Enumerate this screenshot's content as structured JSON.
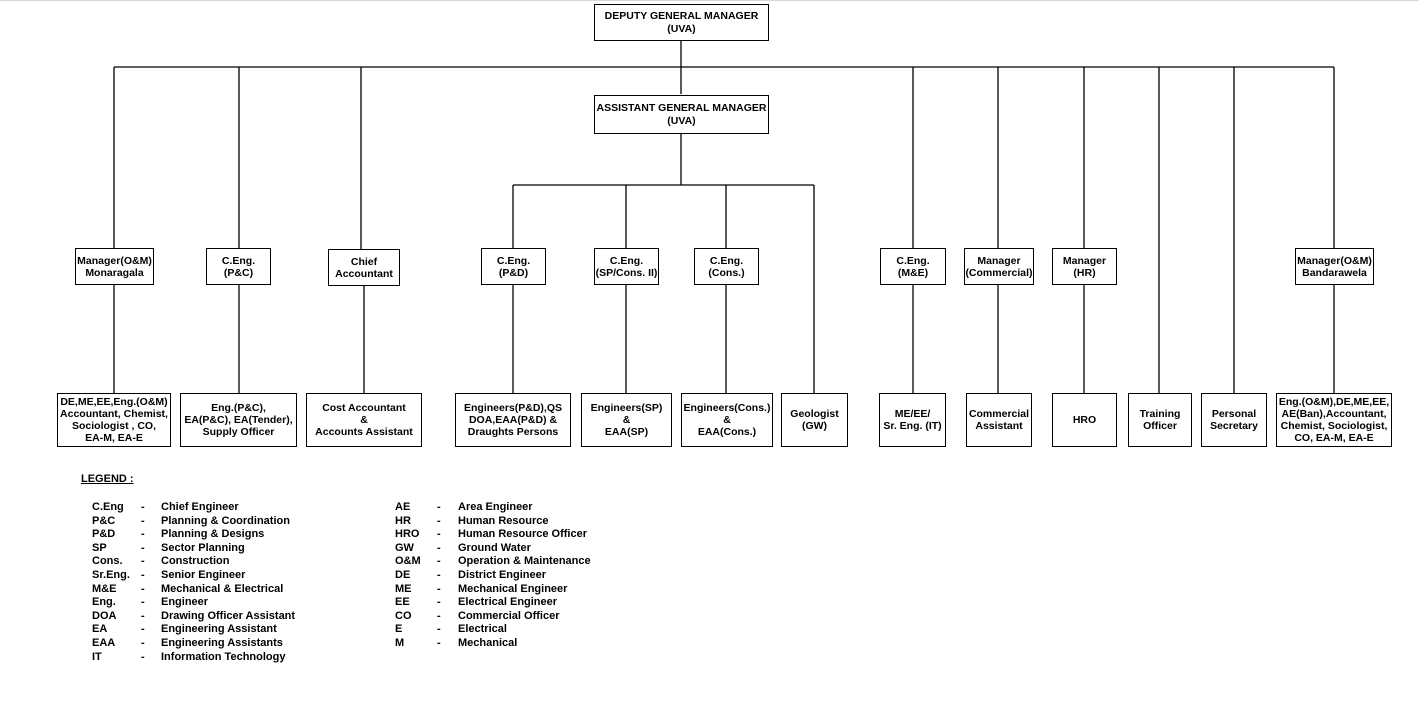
{
  "chart": {
    "dgm": [
      "DEPUTY GENERAL MANAGER",
      "(UVA)"
    ],
    "agm": [
      "ASSISTANT GENERAL MANAGER",
      "(UVA)"
    ],
    "mid_left": [
      [
        "Manager(O&M)",
        "Monaragala"
      ],
      [
        "C.Eng.",
        "(P&C)"
      ],
      [
        "Chief",
        "Accountant"
      ]
    ],
    "mid_agm": [
      [
        "C.Eng.",
        "(P&D)"
      ],
      [
        "C.Eng.",
        "(SP/Cons. II)"
      ],
      [
        "C.Eng.",
        "(Cons.)"
      ]
    ],
    "mid_right": [
      [
        "C.Eng.",
        "(M&E)"
      ],
      [
        "Manager",
        "(Commercial)"
      ],
      [
        "Manager",
        "(HR)"
      ],
      [
        "Manager(O&M)",
        "Bandarawela"
      ]
    ],
    "bottom": [
      [
        "DE,ME,EE,Eng.(O&M)",
        "Accountant, Chemist,",
        "Sociologist , CO,",
        "EA-M, EA-E"
      ],
      [
        "Eng.(P&C),",
        "EA(P&C), EA(Tender),",
        "Supply Officer"
      ],
      [
        "Cost Accountant",
        "&",
        "Accounts Assistant"
      ],
      [
        "Engineers(P&D),QS",
        "DOA,EAA(P&D) &",
        "Draughts Persons"
      ],
      [
        "Engineers(SP)",
        "&",
        "EAA(SP)"
      ],
      [
        "Engineers(Cons.)",
        "&",
        "EAA(Cons.)"
      ],
      [
        "Geologist",
        "(GW)"
      ],
      [
        "ME/EE/",
        "Sr. Eng. (IT)"
      ],
      [
        "Commercial",
        "Assistant"
      ],
      [
        "HRO"
      ],
      [
        "Training",
        "Officer"
      ],
      [
        "Personal",
        "Secretary"
      ],
      [
        "Eng.(O&M),DE,ME,EE,",
        "AE(Ban),Accountant,",
        "Chemist, Sociologist,",
        "CO, EA-M, EA-E"
      ]
    ]
  },
  "legend": {
    "title": "LEGEND :",
    "dash": "-",
    "left": [
      [
        "C.Eng",
        "Chief Engineer"
      ],
      [
        "P&C",
        "Planning & Coordination"
      ],
      [
        "P&D",
        "Planning & Designs"
      ],
      [
        "SP",
        "Sector Planning"
      ],
      [
        "Cons.",
        "Construction"
      ],
      [
        "Sr.Eng.",
        "Senior Engineer"
      ],
      [
        "M&E",
        "Mechanical & Electrical"
      ],
      [
        "Eng.",
        "Engineer"
      ],
      [
        "DOA",
        "Drawing Officer Assistant"
      ],
      [
        "EA",
        "Engineering Assistant"
      ],
      [
        "EAA",
        "Engineering Assistants"
      ],
      [
        "IT",
        "Information Technology"
      ]
    ],
    "right": [
      [
        "AE",
        "Area Engineer"
      ],
      [
        "HR",
        "Human Resource"
      ],
      [
        "HRO",
        "Human Resource Officer"
      ],
      [
        "GW",
        "Ground Water"
      ],
      [
        "O&M",
        "Operation & Maintenance"
      ],
      [
        "DE",
        "District Engineer"
      ],
      [
        "ME",
        "Mechanical Engineer"
      ],
      [
        "EE",
        "Electrical Engineer"
      ],
      [
        "CO",
        "Commercial Officer"
      ],
      [
        "E",
        "Electrical"
      ],
      [
        "M",
        "Mechanical"
      ]
    ]
  }
}
